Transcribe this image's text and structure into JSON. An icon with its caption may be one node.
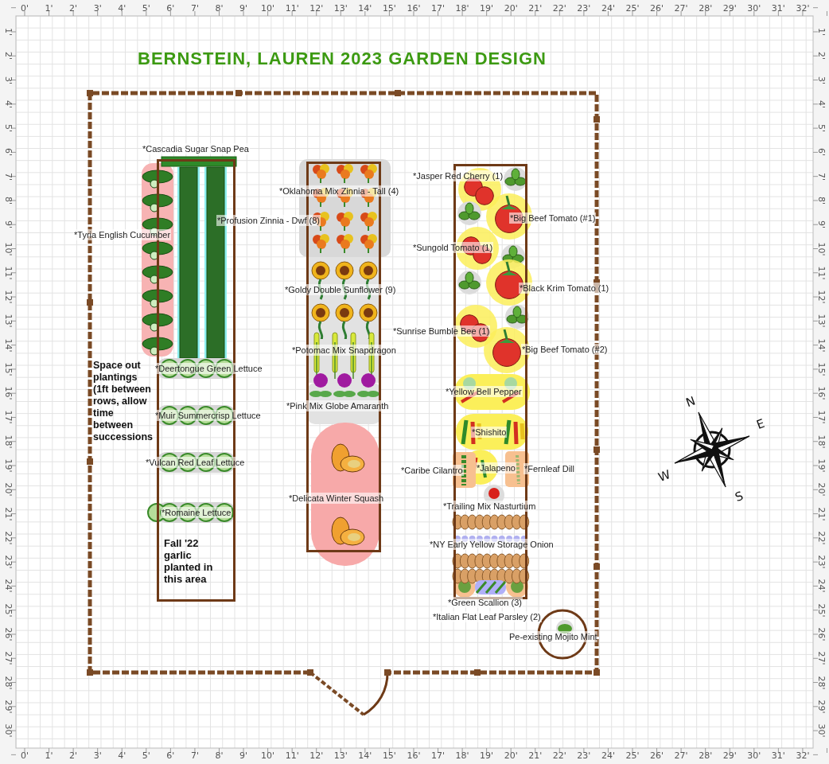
{
  "diagram": {
    "title": "BERNSTEIN, LAUREN 2023 GARDEN DESIGN",
    "nodes": [
      {
        "text": [
          "Fall '22 garlic planted in this area"
        ]
      },
      {
        "text": [],
        "shape": "box"
      },
      {
        "text": [],
        "shape": "box"
      },
      {
        "text": [
          "Pe-existing Mojito Mint"
        ]
      }
    ],
    "labels": [
      "0'",
      "1'",
      "2'",
      "3'",
      "4'",
      "5'",
      "6'",
      "7'",
      "8'",
      "9'",
      "10'",
      "11'",
      "12'",
      "13'",
      "14'",
      "15'",
      "16'",
      "17'",
      "18'",
      "19'",
      "20'",
      "21'",
      "22'",
      "23'",
      "24'",
      "25'",
      "26'",
      "27'",
      "28'",
      "29'",
      "30'",
      "31'",
      "32'",
      "1'",
      "2'",
      "3'",
      "4'",
      "5'",
      "6'",
      "7'",
      "8'",
      "9'",
      "10'",
      "11'",
      "12'",
      "13'",
      "14'",
      "15'",
      "16'",
      "17'",
      "18'",
      "19'",
      "20'",
      "21'",
      "22'",
      "23'",
      "24'",
      "25'",
      "26'",
      "27'",
      "28'",
      "29'",
      "30'",
      "1'",
      "2'",
      "3'",
      "4'",
      "5'",
      "6'",
      "7'",
      "8'",
      "9'",
      "10'",
      "11'",
      "12'",
      "13'",
      "14'",
      "15'",
      "16'",
      "17'",
      "18'",
      "19'",
      "20'",
      "21'",
      "22'",
      "23'",
      "24'",
      "25'",
      "26'",
      "27'",
      "28'",
      "29'",
      "30'",
      "0'",
      "1'",
      "2'",
      "3'",
      "4'",
      "5'",
      "6'",
      "7'",
      "8'",
      "9'",
      "10'",
      "11'",
      "12'",
      "13'",
      "14'",
      "15'",
      "16'",
      "17'",
      "18'",
      "19'",
      "20'",
      "21'",
      "22'",
      "23'",
      "24'",
      "25'",
      "26'",
      "27'",
      "28'",
      "29'",
      "30'",
      "31'",
      "32'",
      "*Cascadia Sugar Snap Pea",
      "*Jasper Red Cherry (1)",
      "*Oklahoma Mix Zinnia - Tall (4)",
      "*Profusion Zinnia - Dwf (8)",
      "*Big Beef Tomato (#1)",
      "*Tyria English Cucumber",
      "*Sungold Tomato (1)",
      "*Goldy Double Sunflower (9)",
      "*Black Krim Tomato (1)",
      "*Sunrise Bumble Bee (1)",
      "*Potomac Mix Snapdragon",
      "*Big Beef Tomato (#2)",
      "*Deertongue Green Lettuce",
      "*Yellow Bell Pepper",
      "*Pink Mix Globe Amaranth",
      "*Muir Summercrisp Lettuce",
      "*Shishito",
      "*Vulcan Red Leaf Lettuce",
      "*Caribe Cilantro",
      "*Jalapeno",
      "*Fernleaf Dill",
      "*Delicata Winter Squash",
      "*Trailing Mix Nasturtium",
      "*Romaine Lettuce",
      "*NY Early Yellow Storage Onion",
      "*Green Scallion (3)",
      "*Italian Flat Leaf Parsley (2)",
      "Space out plantings (1ft between rows, allow time between successions",
      "N",
      "E",
      "W",
      "S"
    ]
  }
}
